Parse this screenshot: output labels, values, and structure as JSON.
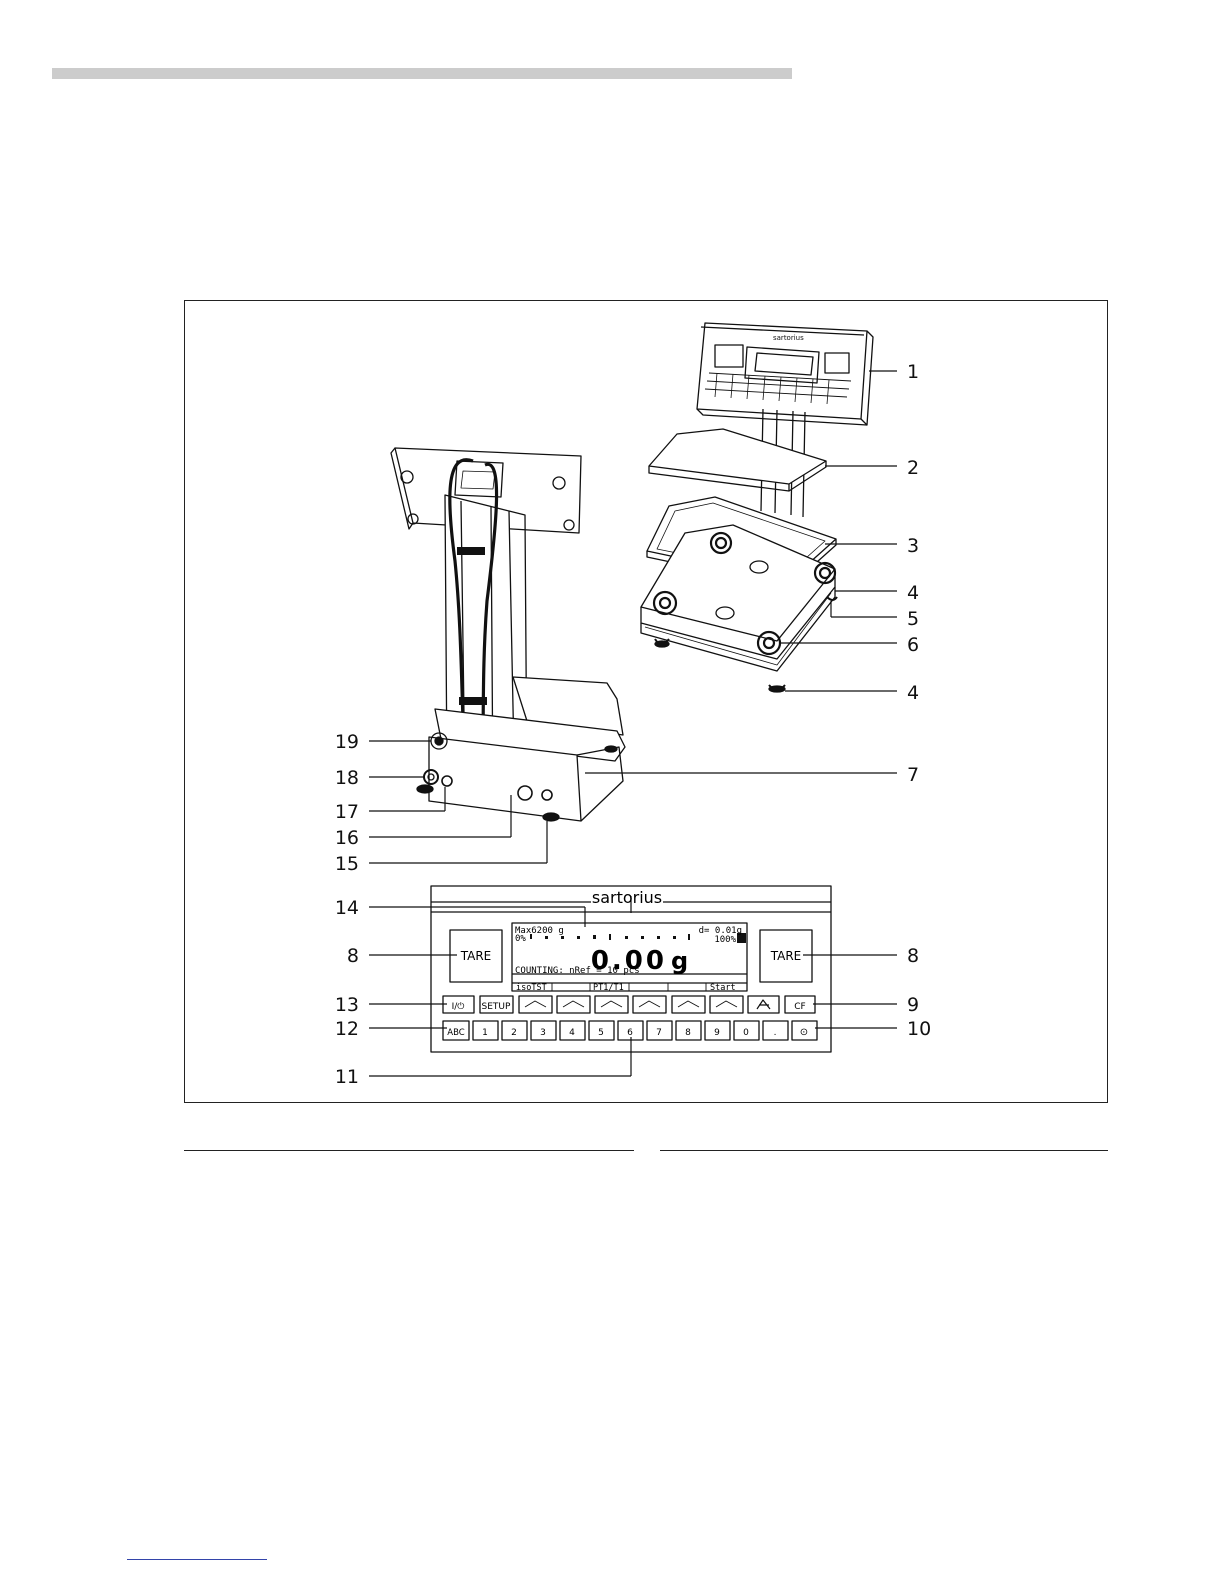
{
  "brand": "sartorius",
  "callouts": {
    "c1": "1",
    "c2": "2",
    "c3": "3",
    "c4a": "4",
    "c5": "5",
    "c6": "6",
    "c4b": "4",
    "c7": "7",
    "c19": "19",
    "c18": "18",
    "c17": "17",
    "c16": "16",
    "c15": "15",
    "c14": "14",
    "c8l": "8",
    "c8r": "8",
    "c13": "13",
    "c9": "9",
    "c12": "12",
    "c10": "10",
    "c11": "11"
  },
  "display": {
    "max": "Max6200 g",
    "d": "d= 0.01g",
    "pct_low": "0%",
    "pct_high": "100%",
    "weight": "0.00",
    "unit": "g",
    "status": "COUNTING: nRef = 10 pcs",
    "soft_keys": [
      "isoTST",
      "",
      "PT1/T1",
      "",
      "",
      "Start"
    ]
  },
  "keys": {
    "tare_left": "TARE",
    "tare_right": "TARE",
    "onoff": "I/⏻",
    "setup": "SETUP",
    "cf": "CF",
    "abc": "ABC",
    "numbers": [
      "1",
      "2",
      "3",
      "4",
      "5",
      "6",
      "7",
      "8",
      "9",
      "0",
      "."
    ],
    "enter": "⊙"
  }
}
